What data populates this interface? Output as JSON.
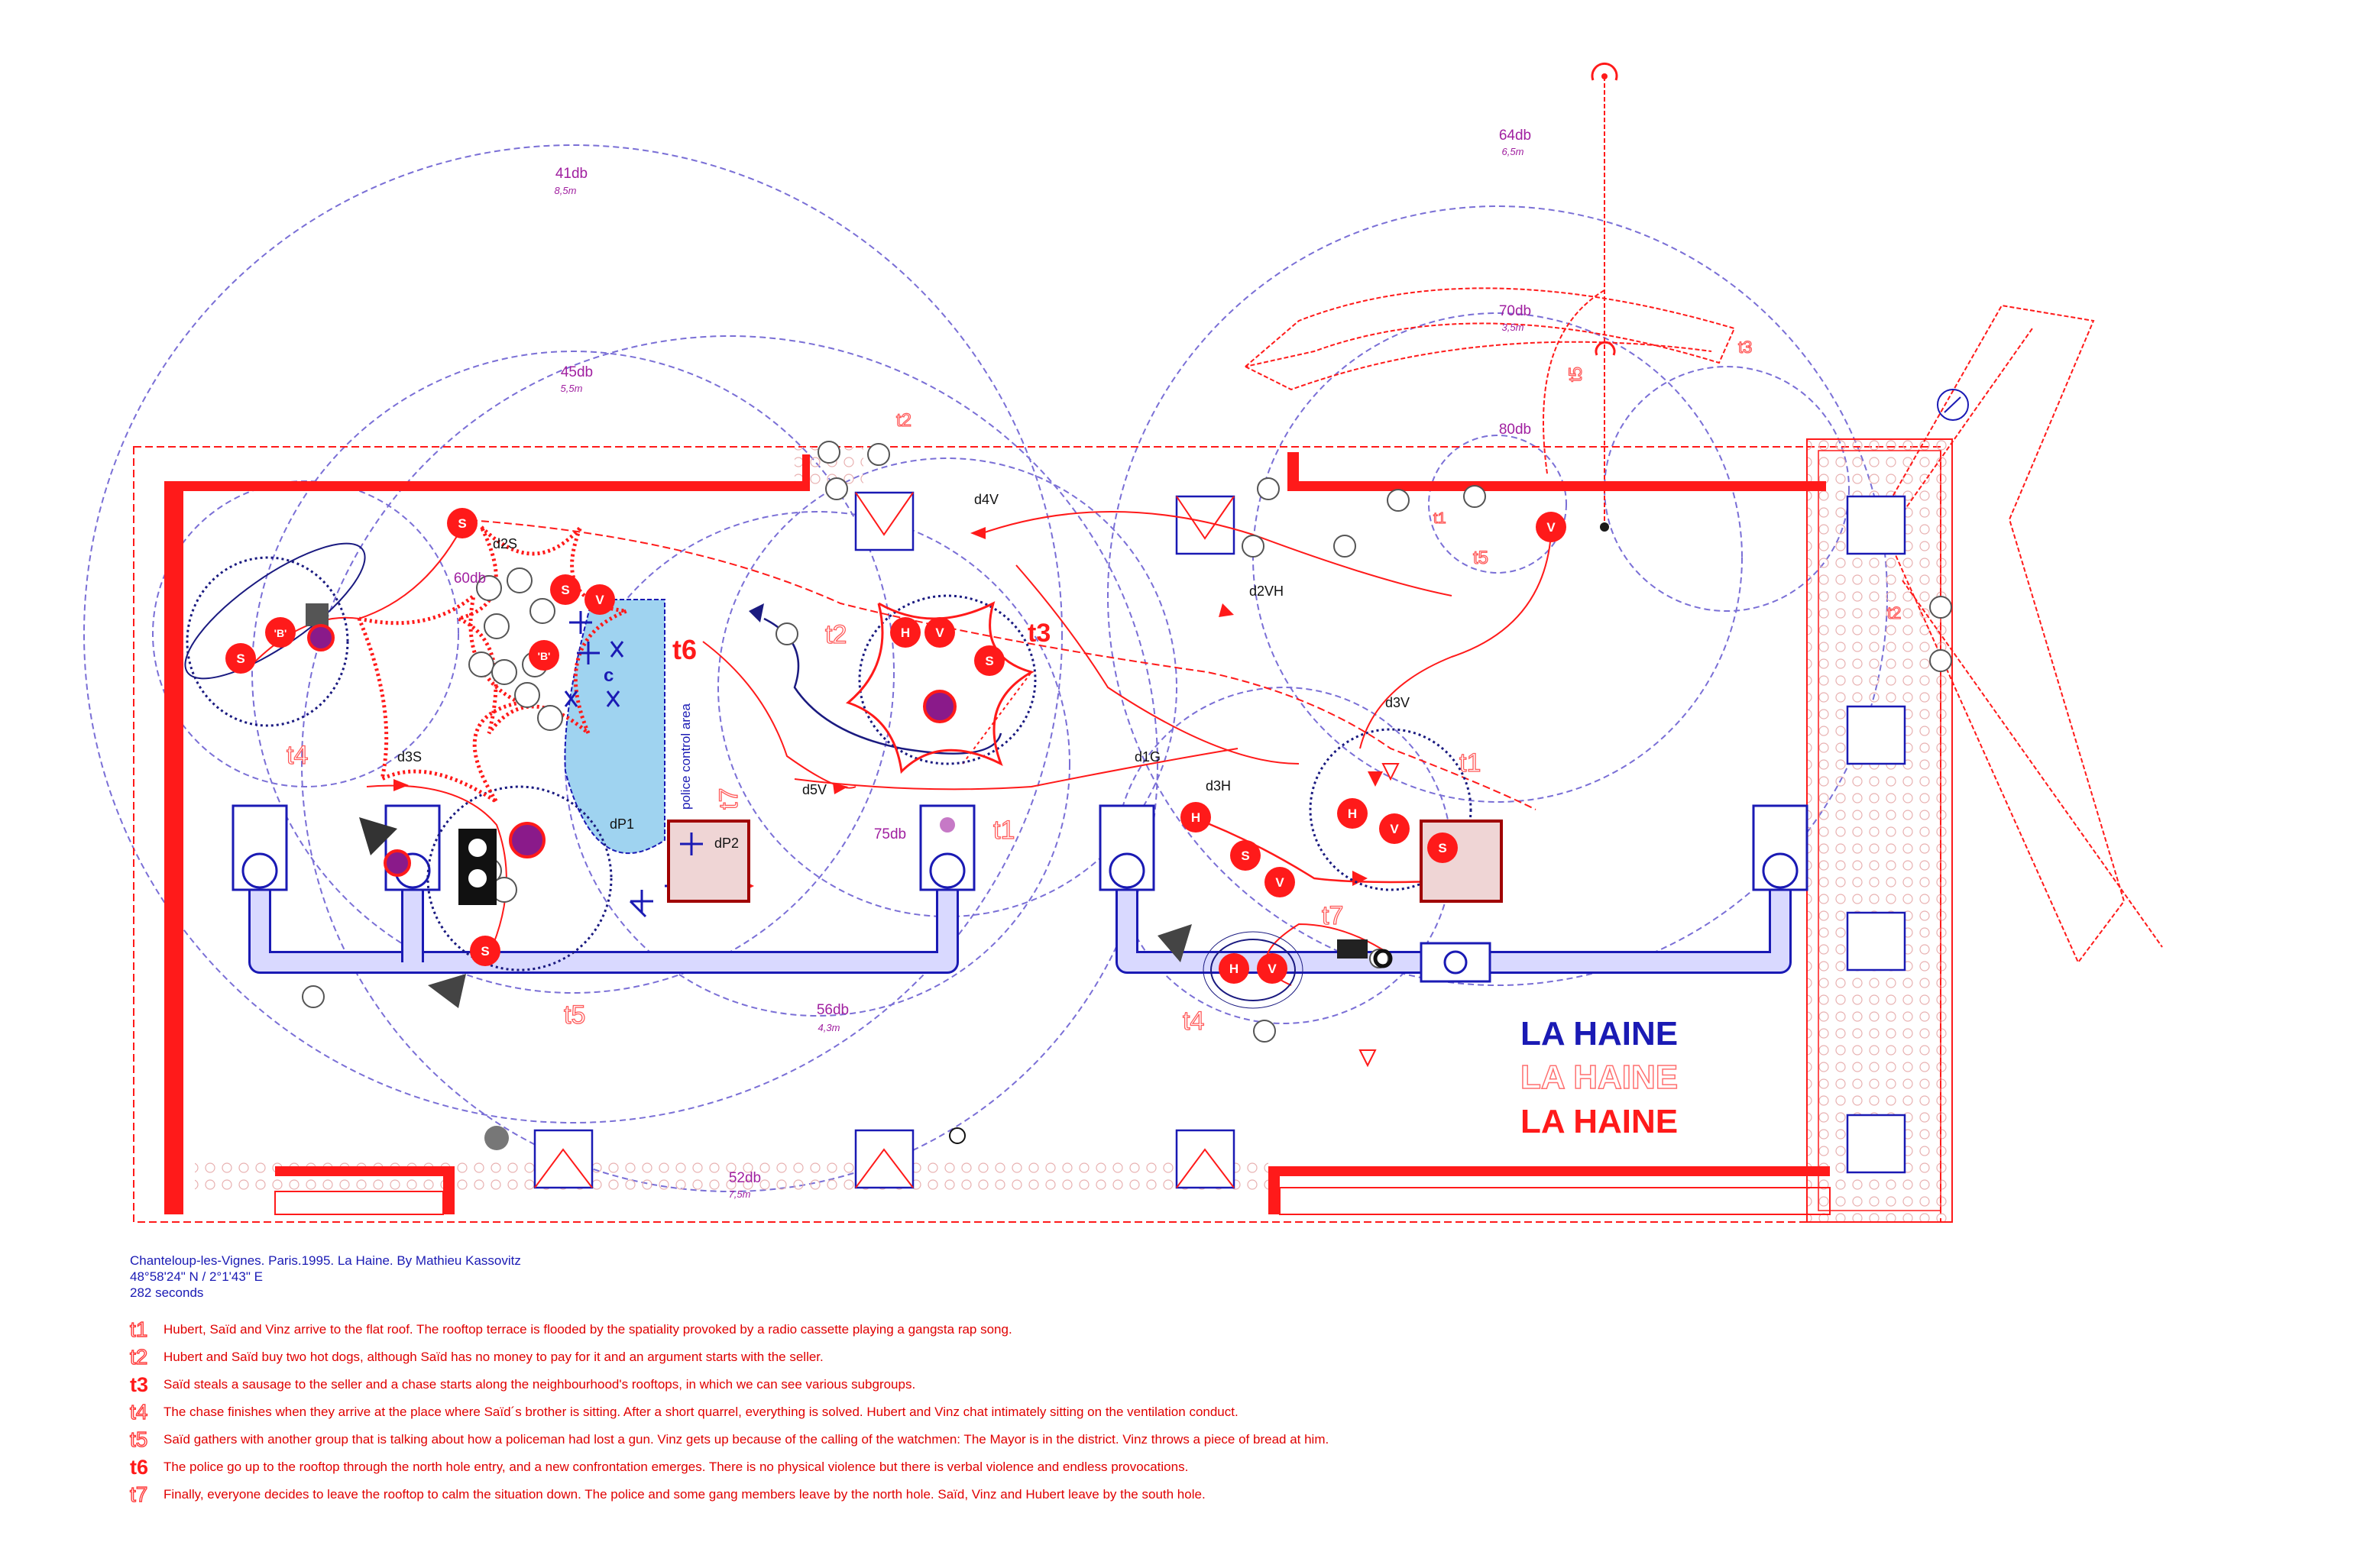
{
  "colors": {
    "red": "#ff1a1a",
    "blue": "#1a1ab4",
    "purple": "#7a4fd0",
    "magenta": "#a020a0",
    "pink": "#ff9a9a",
    "water": "#9fd3f0"
  },
  "circle_labels": [
    {
      "db": "41db",
      "dist": "8,5m"
    },
    {
      "db": "45db",
      "dist": "5,5m"
    },
    {
      "db": "64db",
      "dist": "6,5m"
    },
    {
      "db": "70db",
      "dist": "3,5m"
    },
    {
      "db": "80db"
    },
    {
      "db": "60db"
    },
    {
      "db": "75db"
    },
    {
      "db": "56db",
      "dist": "4,3m"
    },
    {
      "db": "52db",
      "dist": "7,5m"
    }
  ],
  "path_labels": [
    "d2S",
    "d4V",
    "d2VH",
    "d3V",
    "d3S",
    "d1G",
    "d3H",
    "d5V",
    "dP1",
    "dP2"
  ],
  "area_label": "police control area",
  "t_labels": [
    "t1",
    "t2",
    "t3",
    "t4",
    "t5",
    "t6",
    "t7"
  ],
  "char_letters": {
    "s": "S",
    "h": "H",
    "v": "V",
    "b": "'B'",
    "c": "c"
  },
  "title_lines": [
    "LA HAINE",
    "LA HAINE",
    "LA HAINE"
  ],
  "info": [
    "Chanteloup-les-Vignes. Paris.1995. La Haine. By Mathieu Kassovitz",
    "48°58'24\" N / 2°1'43\" E",
    "282 seconds"
  ],
  "events": [
    {
      "code": "t1",
      "text": "Hubert, Saïd and Vinz arrive to the flat roof. The rooftop terrace is flooded by the spatiality provoked by a radio cassette playing a gangsta rap song."
    },
    {
      "code": "t2",
      "text": "Hubert and Saïd buy two hot dogs, although Saïd has no money to pay for it and an argument starts with the seller."
    },
    {
      "code": "t3",
      "text": "Saïd steals a sausage to the seller and a chase starts along the neighbourhood's rooftops, in which we can see various subgroups."
    },
    {
      "code": "t4",
      "text": "The chase finishes when they arrive at the place where Saïd´s brother is sitting. After a short quarrel, everything is solved. Hubert and Vinz chat intimately sitting on the ventilation conduct."
    },
    {
      "code": "t5",
      "text": "Saïd gathers with another group that is talking about how a policeman had lost a gun. Vinz gets up because of the calling of the watchmen: The Mayor is in the district. Vinz throws a piece of bread at him."
    },
    {
      "code": "t6",
      "text": "The police go up to the rooftop through the north hole entry, and a new confrontation emerges. There is no physical violence but there is verbal violence and endless provocations."
    },
    {
      "code": "t7",
      "text": "Finally, everyone decides to leave the rooftop to calm the situation down. The police and some gang members leave by the north  hole. Saïd, Vinz and Hubert leave by the south hole."
    }
  ]
}
